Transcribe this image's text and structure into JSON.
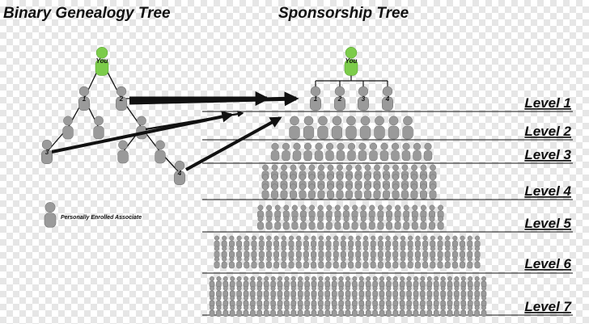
{
  "titles": {
    "binary": "Binary Genealogy Tree",
    "sponsorship": "Sponsorship Tree"
  },
  "root_label": "You",
  "binary_tree": {
    "numbered_nodes": [
      "1",
      "2",
      "3",
      "4"
    ]
  },
  "sponsorship_tree": {
    "first_line_nodes": [
      "1",
      "2",
      "3",
      "4"
    ],
    "levels": [
      {
        "label": "Level 1"
      },
      {
        "label": "Level 2"
      },
      {
        "label": "Level 3"
      },
      {
        "label": "Level 4"
      },
      {
        "label": "Level 5"
      },
      {
        "label": "Level 6"
      },
      {
        "label": "Level 7"
      }
    ]
  },
  "legend": {
    "label": "Personally Enrolled Associate"
  },
  "colors": {
    "person": "#9a9a9a",
    "person_dark": "#6f6f6f",
    "you": "#7ccc4a",
    "you_dark": "#4f9a2a",
    "line": "#111111"
  }
}
